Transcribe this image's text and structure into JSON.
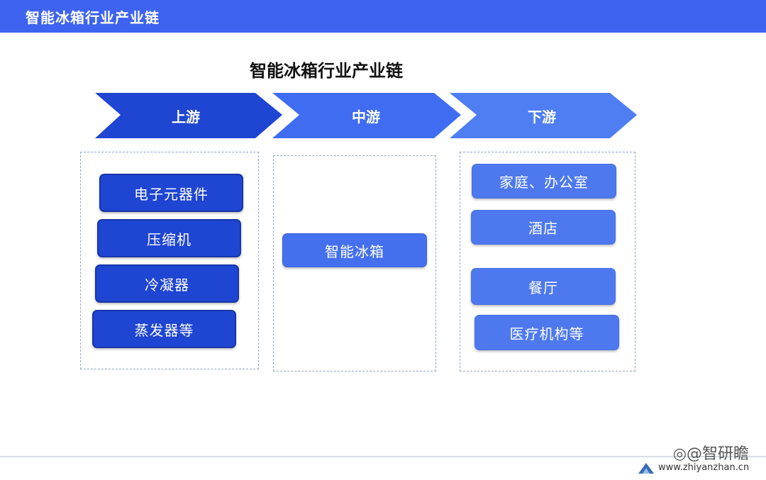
{
  "header": {
    "title": "智能冰箱行业产业链"
  },
  "diagram": {
    "title": "智能冰箱行业产业链",
    "stages": [
      {
        "label": "上游",
        "items": [
          "电子元器件",
          "压缩机",
          "冷凝器",
          "蒸发器等"
        ]
      },
      {
        "label": "中游",
        "items": [
          "智能冰箱"
        ]
      },
      {
        "label": "下游",
        "items": [
          "家庭、办公室",
          "酒店",
          "餐厅",
          "医疗机构等"
        ]
      }
    ]
  },
  "footer": {
    "weibo": "@智研瞻",
    "website": "www.zhiyanzhan.cn"
  },
  "colors": {
    "header": "#3d63f0",
    "chevron_up": "#1f45d3",
    "chevron_mid": "#3f6cf0",
    "chevron_down": "#4f7df2",
    "upstream_node": "#1f45d3",
    "midstream_node": "#4470ee",
    "downstream_node": "#4e79ee"
  },
  "icons": [
    "weibo-icon",
    "site-logo-icon"
  ]
}
